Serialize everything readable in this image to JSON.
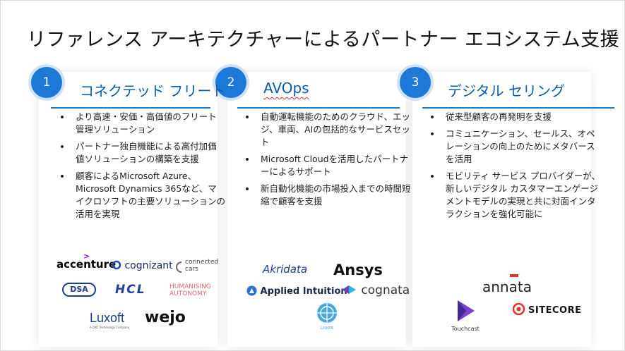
{
  "title": "リファレンス アーキテクチャーによるパートナー エコシステム支援",
  "cards": [
    {
      "number": "1",
      "heading": "コネクテッド フリート",
      "bullets": [
        "より高速・安価・高価値のフリート管理ソリューション",
        "パートナー独自機能による高付加価値ソリューションの構築を支援",
        "顧客によるMicrosoft Azure、Microsoft Dynamics 365など、マイクロソフトの主要ソリューションの活用を実現"
      ],
      "logos": {
        "accenture": "accenture",
        "cognizant": "cognizant",
        "connected_cars": "connected cars",
        "dsa": "DSA",
        "hcl": "HCL",
        "humanising_autonomy": "HUMANISING AUTONOMY",
        "luxoft": "Luxoft",
        "luxoft_sub": "A DXC Technology Company",
        "wejo": "wejo"
      }
    },
    {
      "number": "2",
      "heading": "AVOps",
      "bullets": [
        "自動運転機能のためのクラウド、エッジ、車両、AIの包括的なサービスセット",
        "Microsoft Cloudを活用したパートナーによるサポート",
        "新自動化機能の市場投入までの時間短縮で顧客を支援"
      ],
      "logos": {
        "akridata": "Akridata",
        "ansys": "Ansys",
        "applied_intuition": "Applied Intuition",
        "cognata": "cognata",
        "linker": "LINKER"
      }
    },
    {
      "number": "3",
      "heading": "デジタル セリング",
      "bullets": [
        "従来型顧客の再発明を支援",
        "コミュニケーション、セールス、オペレーションの向上のためにメタバースを活用",
        "モビリティ サービス プロバイダーが、新しいデジタル カスタマーエンゲージメントモデルの実現と共に対面インタラクションを強化可能に"
      ],
      "logos": {
        "annata": "annata",
        "touchcast": "Touchcast",
        "sitecore": "SITECORE"
      }
    }
  ],
  "colors": {
    "accent": "#1e78d8",
    "heading": "#0b5cab",
    "hcl": "#1c3fa8",
    "humanising": "#e06a6a",
    "sitecore": "#e8302a",
    "accenture_mark": "#a100ff"
  }
}
